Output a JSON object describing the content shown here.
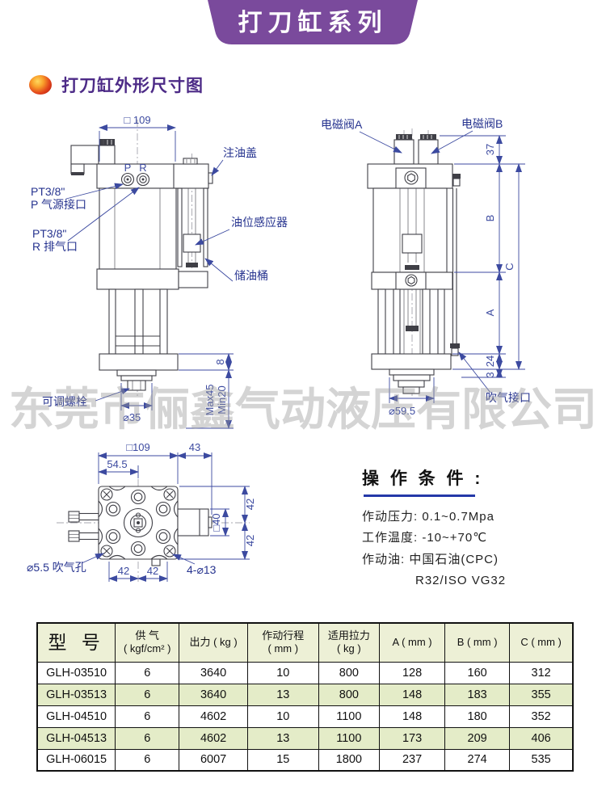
{
  "banner": {
    "title": "打刀缸系列",
    "bg_color": "#7a4a9c"
  },
  "section": {
    "title": "打刀缸外形尺寸图"
  },
  "watermark": "东莞市俪鑫气动液压有限公司",
  "front_view": {
    "dim_width": "□ 109",
    "port_p": "P",
    "port_r": "R",
    "label_oil_cap": "注油盖",
    "label_pt_p_1": "PT3/8\"",
    "label_pt_p_2": "P 气源接口",
    "label_pt_r_1": "PT3/8\"",
    "label_pt_r_2": "R 排气口",
    "label_oil_sensor": "油位感应器",
    "label_oil_tank": "储油桶",
    "label_adj_bolt": "可调螺栓",
    "dim_d35": "⌀35",
    "dim_8": "8",
    "dim_max": "Max45",
    "dim_min": "Min20"
  },
  "side_view": {
    "label_valve_a": "电磁阀A",
    "label_valve_b": "电磁阀B",
    "dim_37": "37",
    "dim_b": "B",
    "dim_c": "C",
    "dim_a": "A",
    "dim_24": "24",
    "dim_3": "3",
    "dim_d595": "⌀59.5",
    "label_blow_port": "吹气接口"
  },
  "bottom_view": {
    "dim_width": "□109",
    "dim_43": "43",
    "dim_545": "54.5",
    "dim_d40": "□40",
    "dim_42_right_top": "42",
    "dim_42_right_bottom": "42",
    "dim_42_bottom_left": "42",
    "dim_42_bottom_right": "42",
    "label_blow_hole": "⌀5.5 吹气孔",
    "label_holes": "4-⌀13"
  },
  "operating": {
    "title": "操 作 条 件 :",
    "underline_color": "#2438a8",
    "lines": [
      "作动压力: 0.1~0.7Mpa",
      "工作温度: -10~+70℃",
      "作动油: 中国石油(CPC)",
      "R32/ISO  VG32"
    ]
  },
  "table": {
    "header_bg": "#edf0d6",
    "highlight_bg": "#e4ecc8",
    "headers": [
      "型 号",
      "供 气\n( kgf/cm² )",
      "出力 ( kg )",
      "作动行程\n( mm )",
      "适用拉力\n( kg )",
      "A ( mm )",
      "B ( mm )",
      "C ( mm )"
    ],
    "rows": [
      {
        "model": "GLH-03510",
        "supply": "6",
        "output": "3640",
        "stroke": "10",
        "pull": "800",
        "a": "128",
        "b": "160",
        "c": "312",
        "highlight": false
      },
      {
        "model": "GLH-03513",
        "supply": "6",
        "output": "3640",
        "stroke": "13",
        "pull": "800",
        "a": "148",
        "b": "183",
        "c": "355",
        "highlight": true
      },
      {
        "model": "GLH-04510",
        "supply": "6",
        "output": "4602",
        "stroke": "10",
        "pull": "1100",
        "a": "148",
        "b": "180",
        "c": "352",
        "highlight": false
      },
      {
        "model": "GLH-04513",
        "supply": "6",
        "output": "4602",
        "stroke": "13",
        "pull": "1100",
        "a": "173",
        "b": "209",
        "c": "406",
        "highlight": true
      },
      {
        "model": "GLH-06015",
        "supply": "6",
        "output": "6007",
        "stroke": "15",
        "pull": "1800",
        "a": "237",
        "b": "274",
        "c": "535",
        "highlight": false
      }
    ]
  }
}
